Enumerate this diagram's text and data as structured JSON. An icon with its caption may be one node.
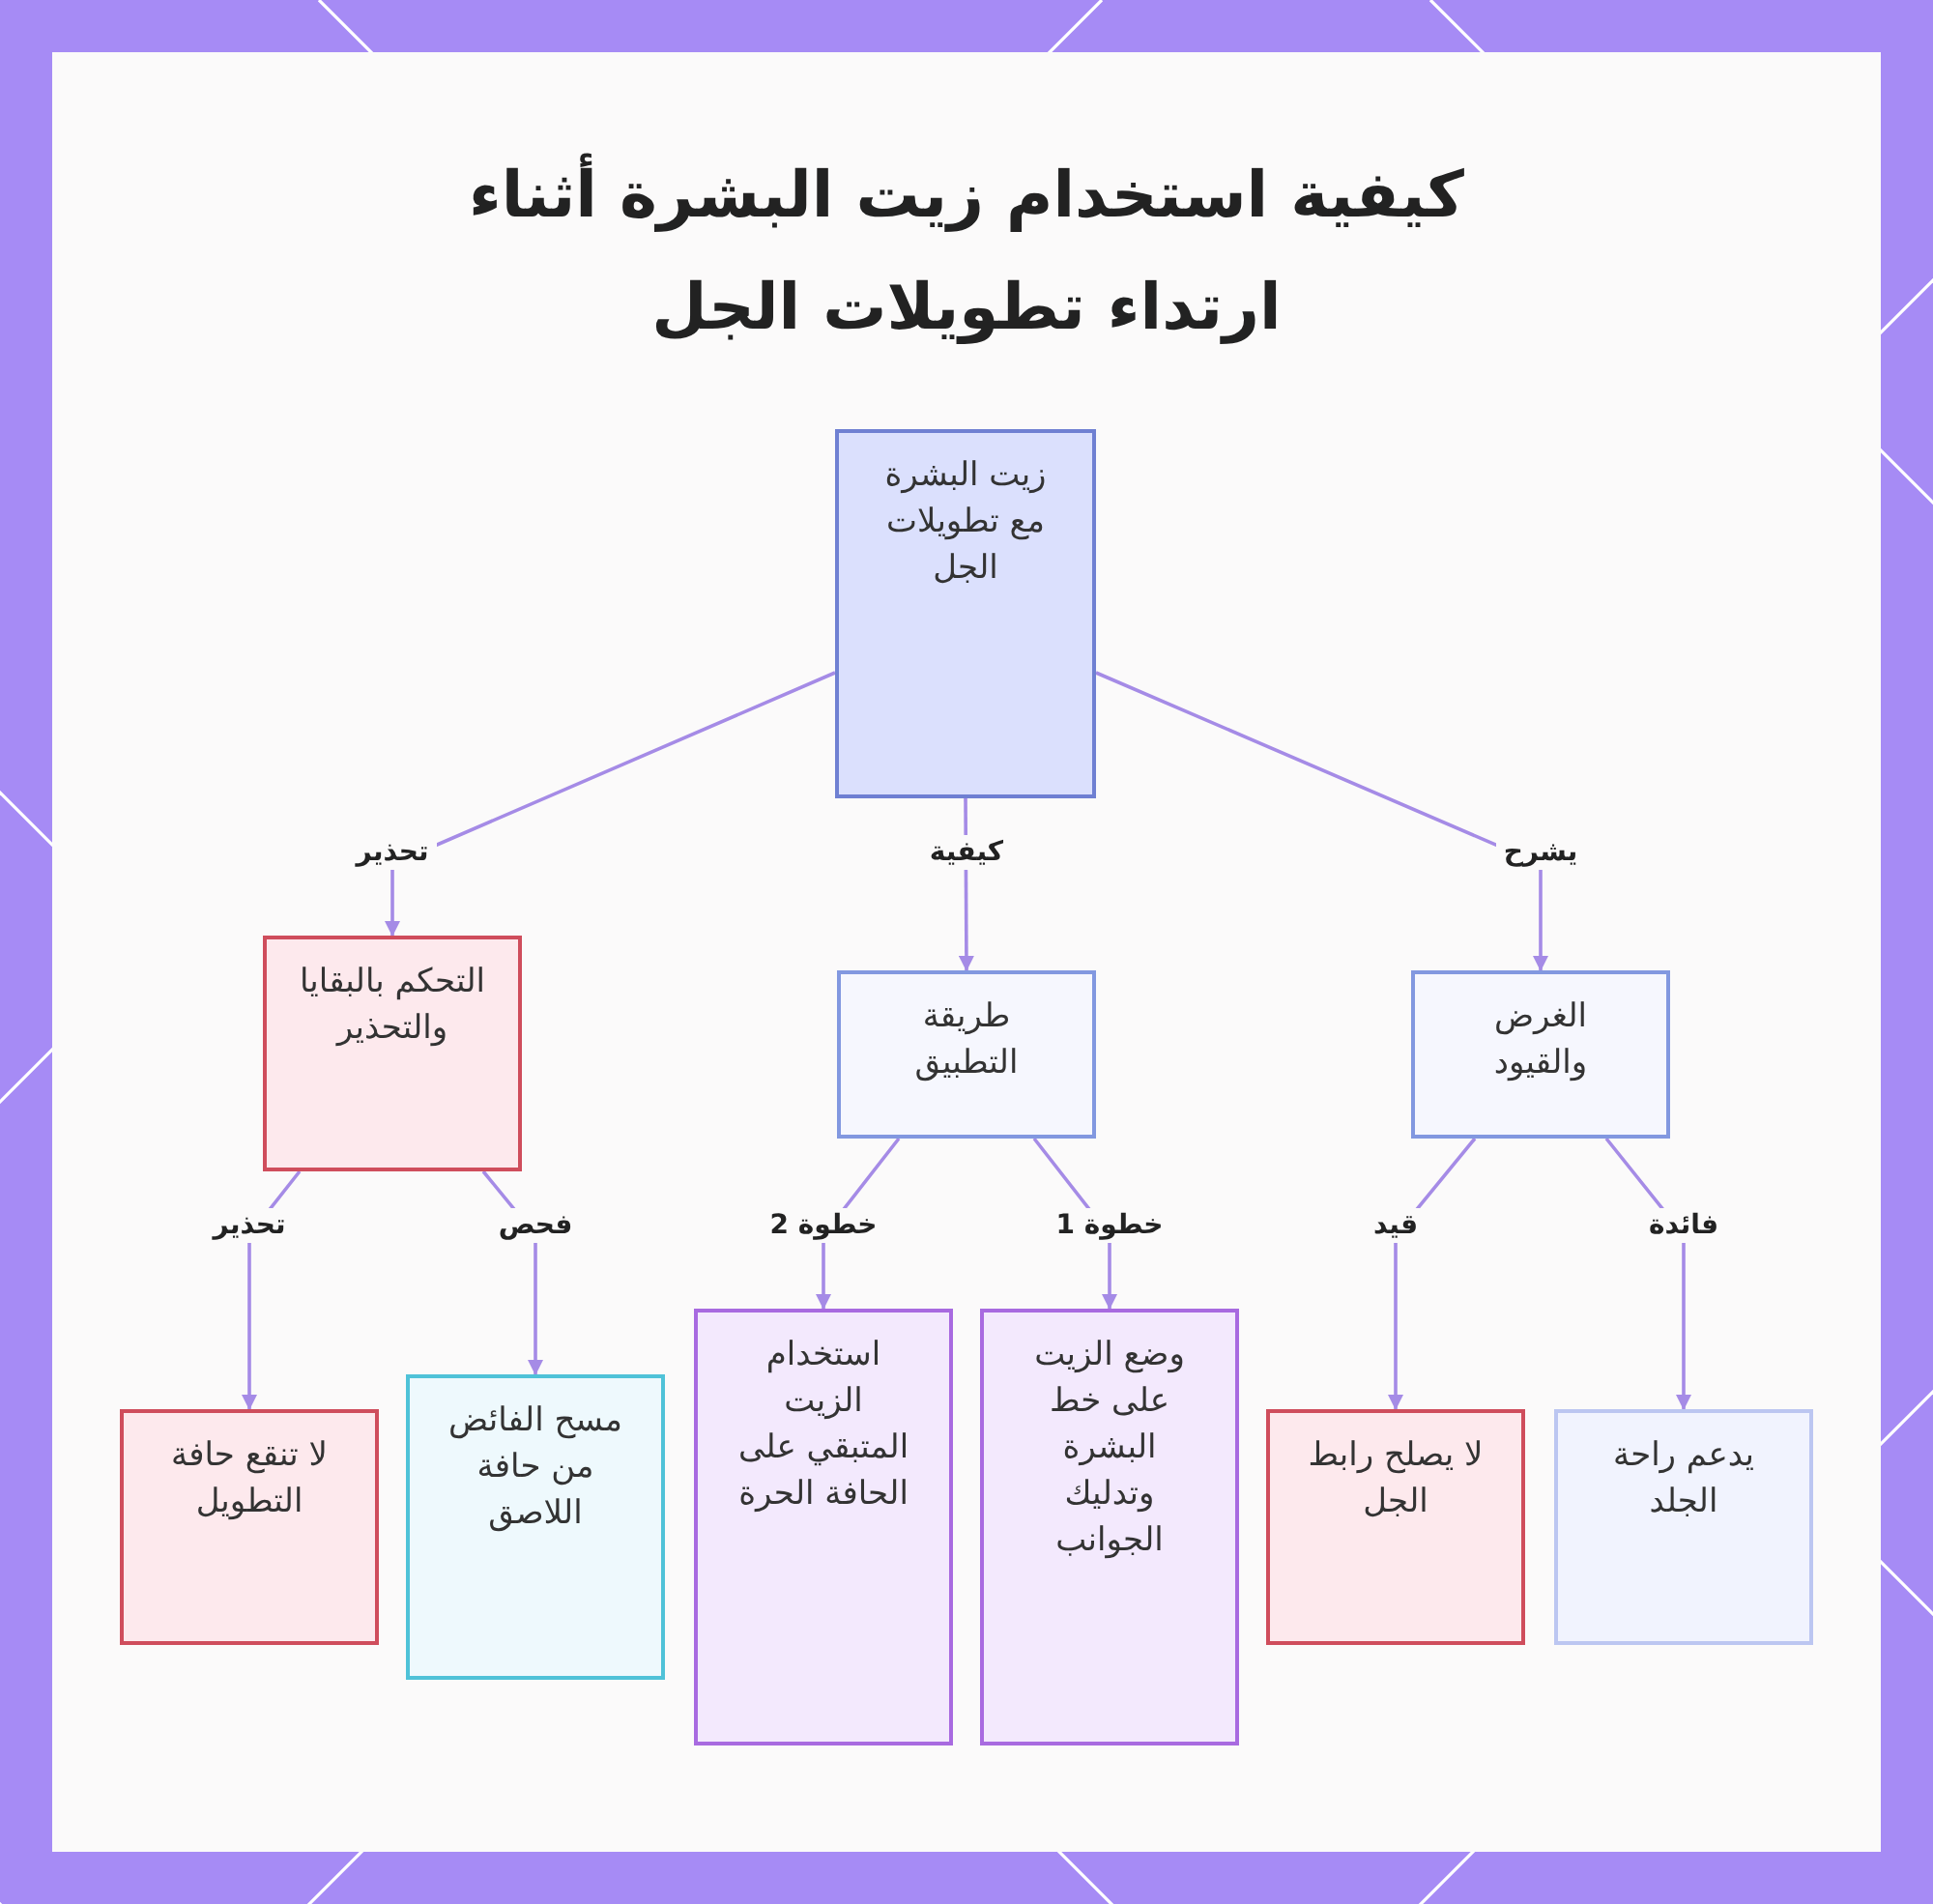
{
  "diagram": {
    "title": "كيفية استخدام زيت البشرة أثناء ارتداء تطويلات الجل",
    "nodes": [
      {
        "text": [
          "زيت البشرة مع تطويلات الجل"
        ]
      },
      {
        "text": [
          "التحكم بالبقايا والتحذير"
        ]
      },
      {
        "text": [
          "طريقة التطبيق"
        ]
      },
      {
        "text": [
          "الغرض والقيود"
        ]
      },
      {
        "text": [
          "لا تنقع حافة التطويل"
        ]
      },
      {
        "text": [
          "مسح الفائض من حافة اللاصق"
        ]
      },
      {
        "text": [
          "استخدام الزيت المتبقي على الحافة الحرة"
        ]
      },
      {
        "text": [
          "وضع الزيت على خط البشرة وتدليك الجوانب"
        ]
      },
      {
        "text": [
          "لا يصلح رابط الجل"
        ]
      },
      {
        "text": [
          "يدعم راحة الجلد"
        ]
      }
    ],
    "edges": [
      {
        "from": 0,
        "to": 1,
        "arrow": "to",
        "label": "تحذير"
      },
      {
        "from": 0,
        "to": 2,
        "arrow": "to",
        "label": "كيفية"
      },
      {
        "from": 0,
        "to": 3,
        "arrow": "to",
        "label": "يشرح"
      },
      {
        "from": 1,
        "to": 4,
        "arrow": "to",
        "label": "تحذير"
      },
      {
        "from": 1,
        "to": 5,
        "arrow": "to",
        "label": "فحص"
      },
      {
        "from": 2,
        "to": 6,
        "arrow": "to",
        "label": "خطوة 2"
      },
      {
        "from": 2,
        "to": 7,
        "arrow": "to",
        "label": "خطوة 1"
      },
      {
        "from": 3,
        "to": 8,
        "arrow": "to",
        "label": "قيد"
      },
      {
        "from": 3,
        "to": 9,
        "arrow": "to",
        "label": "فائدة"
      }
    ]
  }
}
